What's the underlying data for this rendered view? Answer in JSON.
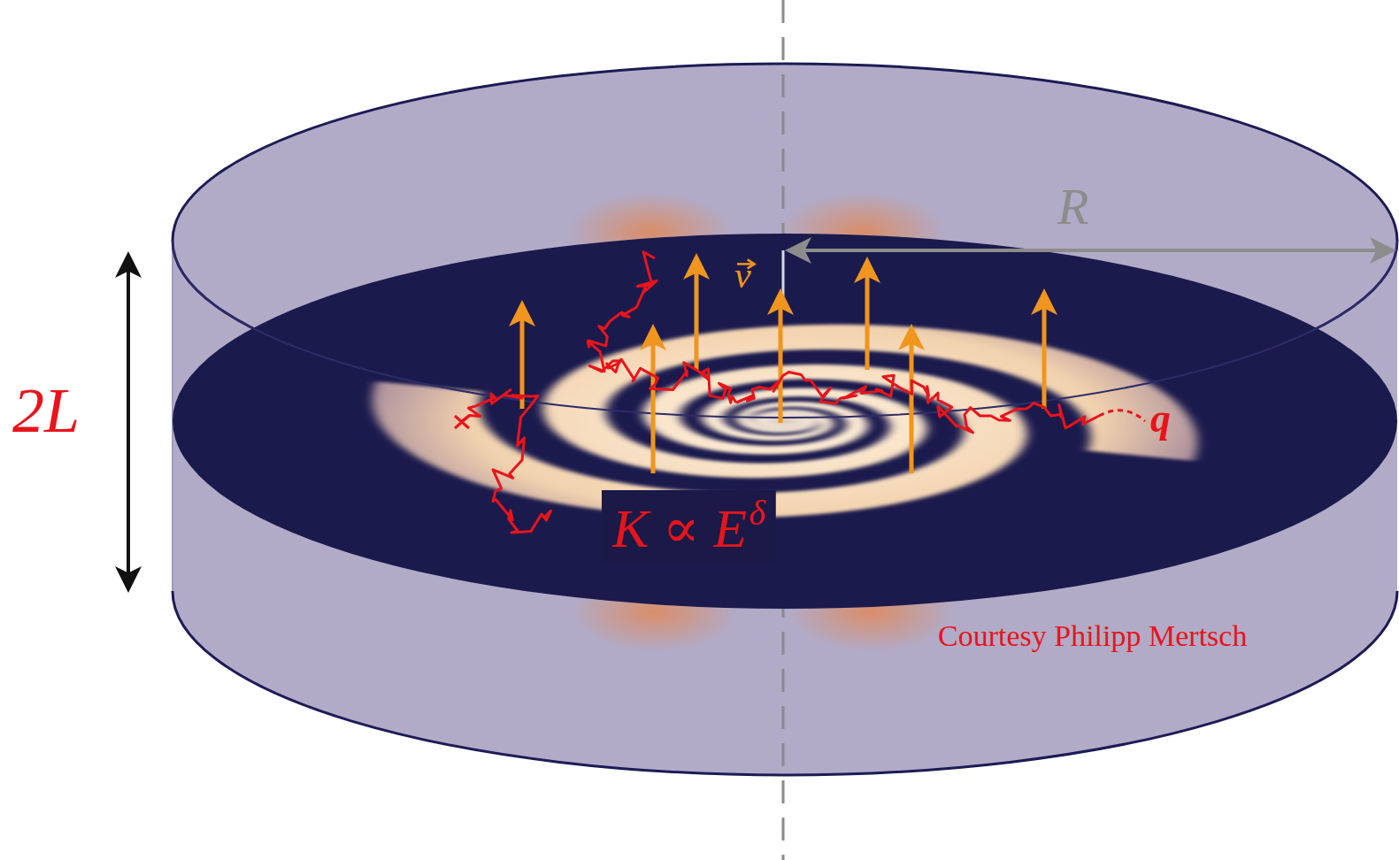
{
  "diagram": {
    "labels": [
      "2L",
      "R",
      "v",
      "K ∝ E",
      "δ",
      "q",
      "Courtesy Philipp Mertsch"
    ]
  }
}
